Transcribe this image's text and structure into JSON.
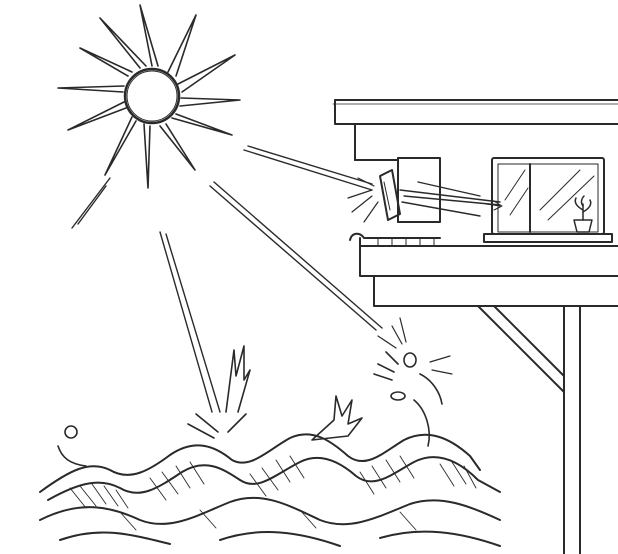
{
  "scene": {
    "elements": [
      "sun",
      "sun-rays",
      "building",
      "mirror",
      "window",
      "potted-plant",
      "waves",
      "splashes",
      "ray-reflections"
    ]
  },
  "colors": {
    "ink": "#2a2a2a",
    "background": "#ffffff"
  }
}
